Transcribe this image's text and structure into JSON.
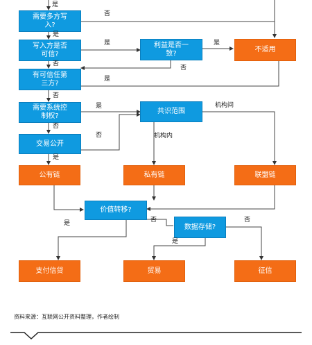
{
  "nodes": {
    "q_multi_writer": "需要多方写\n入?",
    "q_writer_trusted": "写入方是否\n可信?",
    "q_interest_consistent": "利益是否一\n致?",
    "n_not_applicable": "不适用",
    "q_trusted_third": "有可信任第\n三方?",
    "q_system_control": "需要系统控\n制权?",
    "q_consensus_scope": "共识范围",
    "q_public_tx": "交易公开",
    "n_public_chain": "公有链",
    "n_private_chain": "私有链",
    "n_consortium_chain": "联盟链",
    "q_value_transfer": "价值转移?",
    "q_data_storage": "数据存储?",
    "n_payment_credit": "支付信贷",
    "n_trade": "贸易",
    "n_credit_rating": "征信"
  },
  "edge_labels": {
    "yes_top": "是",
    "no_multi": "否",
    "yes_multi": "是",
    "yes_writer": "是",
    "no_writer": "否",
    "yes_interest": "是",
    "no_interest": "否",
    "yes_third": "是",
    "no_third": "否",
    "yes_control": "是",
    "no_control": "否",
    "yes_public": "是",
    "no_public": "否",
    "inter_inst": "机构间",
    "intra_inst": "机构内",
    "yes_value": "是",
    "no_value": "否",
    "yes_data": "是",
    "no_data": "否"
  },
  "source_note": "资料来源：互联网公开资料整理，作者绘制",
  "colors": {
    "decision": "#0f9ae0",
    "terminal": "#f46d16",
    "line": "#333333"
  }
}
